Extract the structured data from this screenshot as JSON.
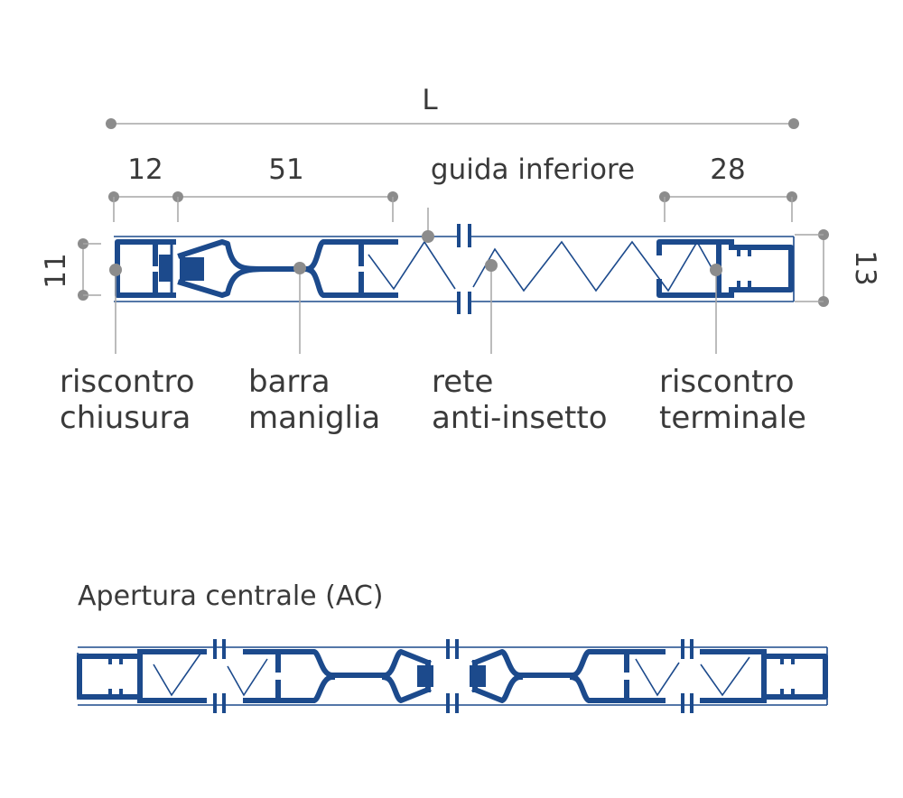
{
  "diagram": {
    "dimensions": {
      "total": "L",
      "d12": "12",
      "d51": "51",
      "d28": "28",
      "height_left": "11",
      "height_right": "13"
    },
    "labels": {
      "guida": "guida inferiore",
      "riscontro_chiusura": [
        "riscontro",
        "chiusura"
      ],
      "barra_maniglia": [
        "barra",
        "maniglia"
      ],
      "rete": [
        "rete",
        "anti-insetto"
      ],
      "riscontro_terminale": [
        "riscontro",
        "terminale"
      ]
    },
    "section_title": "Apertura centrale (AC)",
    "colors": {
      "profile": "#1c4a8c",
      "callout": "#8c8c8c",
      "text": "#3a3a3a"
    }
  }
}
